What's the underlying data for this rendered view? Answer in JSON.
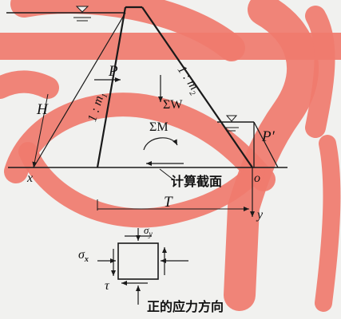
{
  "labels": {
    "H": "H",
    "P": "P",
    "P_prime": "P′",
    "slope_upstream": "1 : m",
    "slope_upstream_sub": "1",
    "slope_downstream": "1 : m",
    "slope_downstream_sub": "2",
    "sum_W": "ΣW",
    "sum_M": "ΣM",
    "x_axis": "x",
    "y_axis": "y",
    "origin": "o",
    "T": "T",
    "calc_section": "计算截面",
    "sigma_y": "σ",
    "sigma_y_sub": "y",
    "sigma_x": "σ",
    "sigma_x_sub": "x",
    "tau": "τ",
    "positive_stress": "正的应力方向"
  },
  "colors": {
    "background": "#f1f1ef",
    "watermark": "#f07b6e",
    "line": "#1a1a1a"
  }
}
